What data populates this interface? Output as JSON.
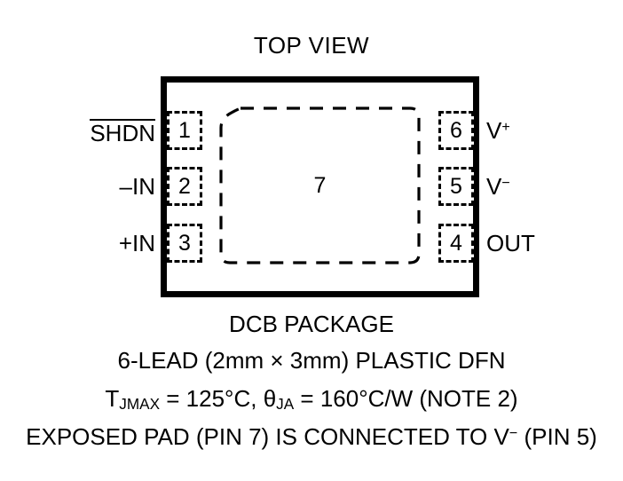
{
  "diagram": {
    "title": "TOP VIEW",
    "package_body": {
      "exposed_pad": {
        "number": "7",
        "shape": "rounded-rect-chamfered-top-left",
        "style": "dashed"
      }
    },
    "pins": {
      "left": [
        {
          "number": "1",
          "label": "SHDN",
          "label_style": "overline"
        },
        {
          "number": "2",
          "label_prefix": "–",
          "label": "–IN",
          "label_style": "plain"
        },
        {
          "number": "3",
          "label": "+IN",
          "label_style": "plain"
        }
      ],
      "right": [
        {
          "number": "6",
          "label_base": "V",
          "label_sign": "+",
          "label": "V+",
          "label_style": "superscript"
        },
        {
          "number": "5",
          "label_base": "V",
          "label_sign": "−",
          "label": "V−",
          "label_style": "superscript"
        },
        {
          "number": "4",
          "label": "OUT",
          "label_style": "plain"
        }
      ]
    },
    "caption": {
      "package_name": "DCB PACKAGE",
      "lead_description": "6-LEAD (2mm × 3mm) PLASTIC DFN",
      "thermal": {
        "tjmax_symbol_base": "T",
        "tjmax_symbol_sub": "JMAX",
        "tjmax_value": " = 125°C, ",
        "theta_symbol_base": "θ",
        "theta_symbol_sub": "JA",
        "theta_value": " = 160°C/W (NOTE 2)",
        "full_text": "TJMAX = 125°C, θJA = 160°C/W (NOTE 2)"
      },
      "exposed_pad_note_pre": "EXPOSED PAD (PIN 7) IS CONNECTED TO V",
      "exposed_pad_note_sign": "−",
      "exposed_pad_note_post": " (PIN 5)",
      "exposed_pad_note_full": "EXPOSED PAD (PIN 7) IS CONNECTED TO V− (PIN 5)"
    },
    "colors": {
      "ink": "#000000",
      "background": "#ffffff"
    }
  }
}
